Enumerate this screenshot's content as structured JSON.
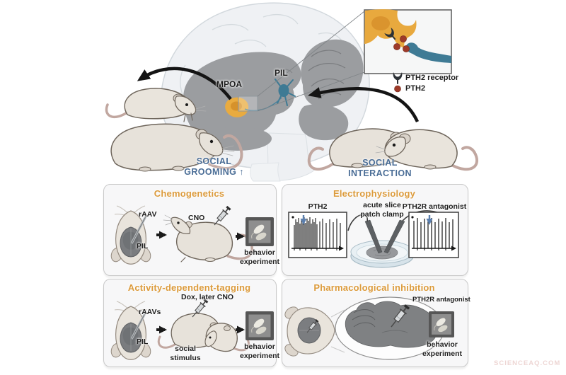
{
  "scene": {
    "brain": {
      "mpoa_label": "MPOA",
      "pil_label": "PIL"
    },
    "inset_legend": {
      "receptor_label": "PTH2 receptor",
      "ligand_label": "PTH2"
    },
    "social_grooming": {
      "line1": "SOCIAL",
      "line2": "GROOMING ↑"
    },
    "social_interaction": {
      "line1": "SOCIAL",
      "line2": "INTERACTION"
    }
  },
  "panels": {
    "chemogenetics": {
      "title": "Chemogenetics",
      "raav_label": "rAAV",
      "pil_label": "PIL",
      "cno_label": "CNO",
      "behavior_line1": "behavior",
      "behavior_line2": "experiment"
    },
    "electrophysiology": {
      "title": "Electrophysiology",
      "left_trace_label": "PTH2",
      "middle_line1": "acute slice",
      "middle_line2": "patch clamp",
      "right_trace_label": "PTH2R antagonist"
    },
    "tagging": {
      "title": "Activity-dependent-tagging",
      "raavs_label": "rAAVs",
      "pil_label": "PIL",
      "dox_label": "Dox, later CNO",
      "stimulus_line1": "social",
      "stimulus_line2": "stimulus",
      "behavior_line1": "behavior",
      "behavior_line2": "experiment"
    },
    "pharmacology": {
      "title": "Pharmacological inhibition",
      "antagonist_label": "PTH2R antagonist",
      "behavior_line1": "behavior",
      "behavior_line2": "experiment"
    }
  },
  "watermark": "SCIENCEAQ.COM",
  "colors": {
    "title_orange": "#dc9b3c",
    "social_blue": "#4a6d96",
    "mpoa_orange": "#e9ab3f",
    "pil_teal": "#3e7a94",
    "pth2_dot_red": "#9d3a29",
    "arrow_black": "#141414",
    "trace_arrow_blue": "#5b7fae"
  }
}
